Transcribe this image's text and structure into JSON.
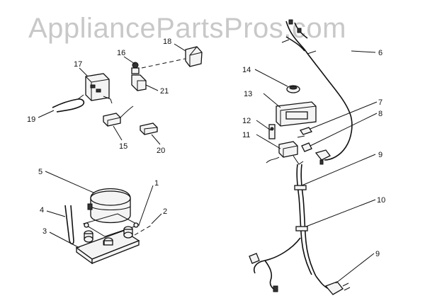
{
  "watermark": "AppliancePartsPros.com",
  "labels": {
    "l1": "1",
    "l2": "2",
    "l3": "3",
    "l4": "4",
    "l5": "5",
    "l6": "6",
    "l7": "7",
    "l8": "8",
    "l9a": "9",
    "l9b": "9",
    "l10": "10",
    "l11": "11",
    "l12": "12",
    "l13": "13",
    "l14": "14",
    "l15": "15",
    "l16": "16",
    "l17": "17",
    "l18": "18",
    "l19": "19",
    "l20": "20",
    "l21": "21"
  }
}
